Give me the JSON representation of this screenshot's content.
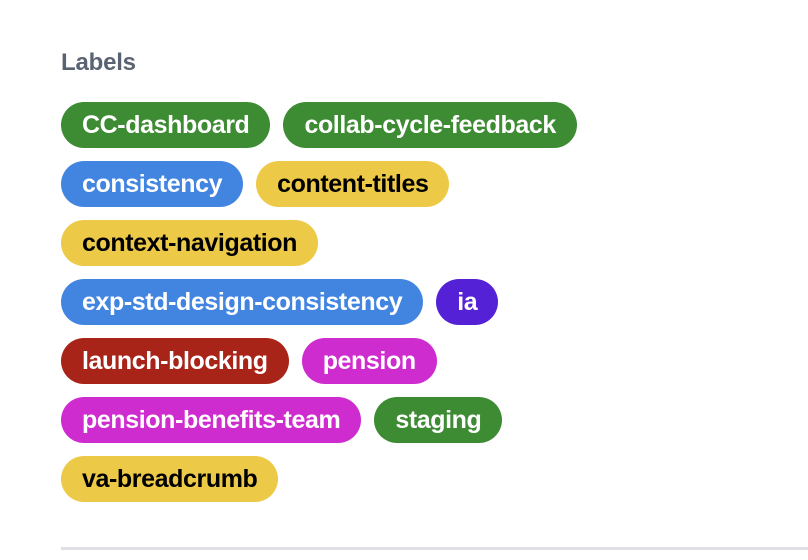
{
  "section": {
    "heading": "Labels",
    "heading_color": "#5a6371"
  },
  "palette": {
    "green": "#3d8b33",
    "blue": "#4285e0",
    "yellow": "#edc948",
    "violet": "#5521d6",
    "dark_red": "#a82318",
    "magenta": "#cf2ccf",
    "divider": "#dfe1e5",
    "text_light": "#ffffff",
    "text_dark": "#000000",
    "background": "#ffffff"
  },
  "labels": [
    [
      {
        "name": "CC-dashboard",
        "color": "#3d8b33",
        "text_color": "light"
      },
      {
        "name": "collab-cycle-feedback",
        "color": "#3d8b33",
        "text_color": "light"
      }
    ],
    [
      {
        "name": "consistency",
        "color": "#4285e0",
        "text_color": "light"
      },
      {
        "name": "content-titles",
        "color": "#edc948",
        "text_color": "dark"
      }
    ],
    [
      {
        "name": "context-navigation",
        "color": "#edc948",
        "text_color": "dark"
      }
    ],
    [
      {
        "name": "exp-std-design-consistency",
        "color": "#4285e0",
        "text_color": "light"
      },
      {
        "name": "ia",
        "color": "#5521d6",
        "text_color": "light"
      }
    ],
    [
      {
        "name": "launch-blocking",
        "color": "#a82318",
        "text_color": "light"
      },
      {
        "name": "pension",
        "color": "#cf2ccf",
        "text_color": "light"
      }
    ],
    [
      {
        "name": "pension-benefits-team",
        "color": "#cf2ccf",
        "text_color": "light"
      },
      {
        "name": "staging",
        "color": "#3d8b33",
        "text_color": "light"
      }
    ],
    [
      {
        "name": "va-breadcrumb",
        "color": "#edc948",
        "text_color": "dark"
      }
    ]
  ]
}
